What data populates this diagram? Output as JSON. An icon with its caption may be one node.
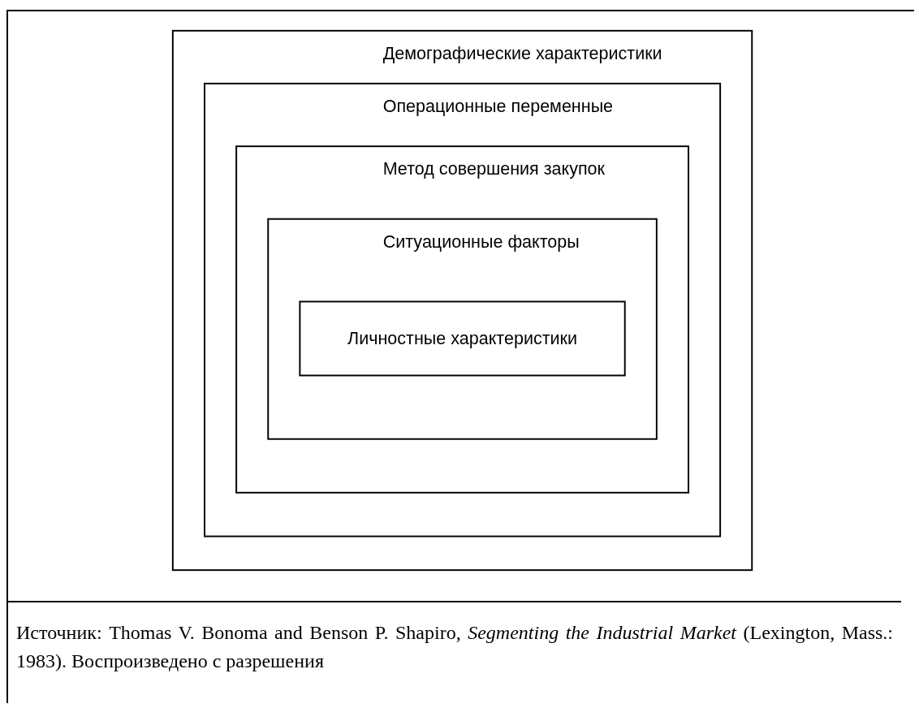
{
  "diagram": {
    "caption": "Источник: Thomas V. Bonoma and Benson P. Shapiro, *Segmenting the Industrial Market* (Lexington, Mass.: 1983). Воспроизведено с разрешения",
    "nodes": [
      {
        "text": [
          "Демографические характеристики"
        ]
      },
      {
        "text": [
          "Операционные переменные"
        ],
        "in": 0
      },
      {
        "text": [
          "Метод совершения закупок"
        ],
        "in": 1
      },
      {
        "text": [
          "Ситуационные факторы"
        ],
        "in": 2
      },
      {
        "text": [
          "Личностные характеристики"
        ],
        "in": 3
      }
    ],
    "edges": []
  }
}
